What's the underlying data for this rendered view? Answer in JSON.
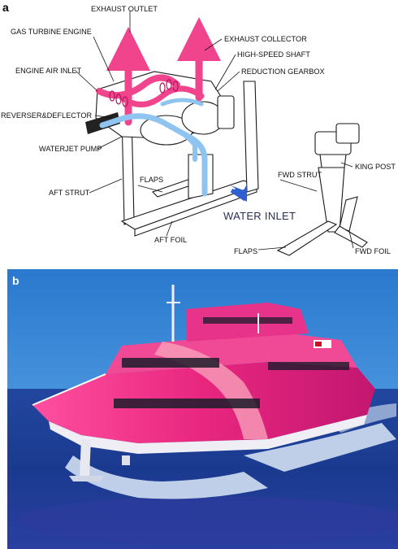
{
  "panels": {
    "a": "a",
    "b": "b"
  },
  "labels": {
    "exhaust_outlet": "EXHAUST OUTLET",
    "gas_turbine_engine": "GAS TURBINE ENGINE",
    "exhaust_collector": "EXHAUST COLLECTOR",
    "high_speed_shaft": "HIGH-SPEED SHAFT",
    "engine_air_inlet": "ENGINE AIR INLET",
    "reduction_gearbox": "REDUCTION GEARBOX",
    "reverser_deflector": "REVERSER&DEFLECTOR",
    "waterjet_pump": "WATERJET PUMP",
    "king_post": "KING POST",
    "flaps_aft": "FLAPS",
    "fwd_strut": "FWD STRUT",
    "aft_strut": "AFT STRUT",
    "water_inlet": "WATER INLET",
    "aft_foil": "AFT FOIL",
    "flaps_fwd": "FLAPS",
    "fwd_foil": "FWD FOIL"
  },
  "colors": {
    "exhaust": "#f0448c",
    "water": "#8ec4ef",
    "water_arrow": "#2f5fd0",
    "sky": "#2c7fd2",
    "sea": "#1f3f9a",
    "hull_pink": "#e8267f"
  }
}
